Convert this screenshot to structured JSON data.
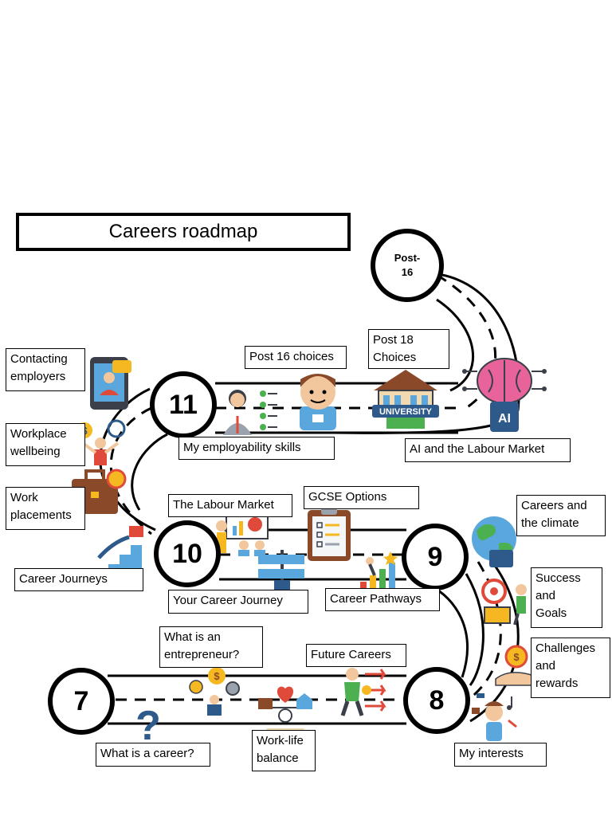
{
  "title": "Careers roadmap",
  "milestones": {
    "post16": "Post-\n16",
    "m11": "11",
    "m10": "10",
    "m9": "9",
    "m8": "8",
    "m7": "7"
  },
  "labels": {
    "contacting_employers": "Contacting\nemployers",
    "workplace_wellbeing": "Workplace\nwellbeing",
    "work_placements": "Work\nplacements",
    "career_journeys": "Career Journeys",
    "post16_choices": "Post 16 choices",
    "post18_choices": "Post 18\nChoices",
    "employability_skills": "My employability skills",
    "ai_labour_market": "AI and the Labour Market",
    "labour_market": "The Labour Market",
    "gcse_options": "GCSE Options",
    "careers_climate": "Careers and\nthe climate",
    "your_career_journey": "Your Career Journey",
    "career_pathways": "Career Pathways",
    "success_goals": "Success\nand\nGoals",
    "what_entrepreneur": "What is an\nentrepreneur?",
    "future_careers": "Future Careers",
    "challenges_rewards": "Challenges\nand\nrewards",
    "what_career": "What is a career?",
    "work_life_balance": "Work-life\nbalance",
    "my_interests": "My interests"
  },
  "icons": {
    "university_sign": "UNIVERSITY",
    "ai_chip": "AI",
    "dollar": "$",
    "question": "?"
  },
  "colors": {
    "road": "#000000",
    "brain_pink": "#e8639a",
    "chip_blue": "#2d5a8a",
    "sky_blue": "#5aa7dd",
    "earth_green": "#4caf50",
    "gold": "#f5b820",
    "red": "#e04a3a",
    "briefcase_brown": "#8a4a2a",
    "skin": "#f3c79d"
  }
}
